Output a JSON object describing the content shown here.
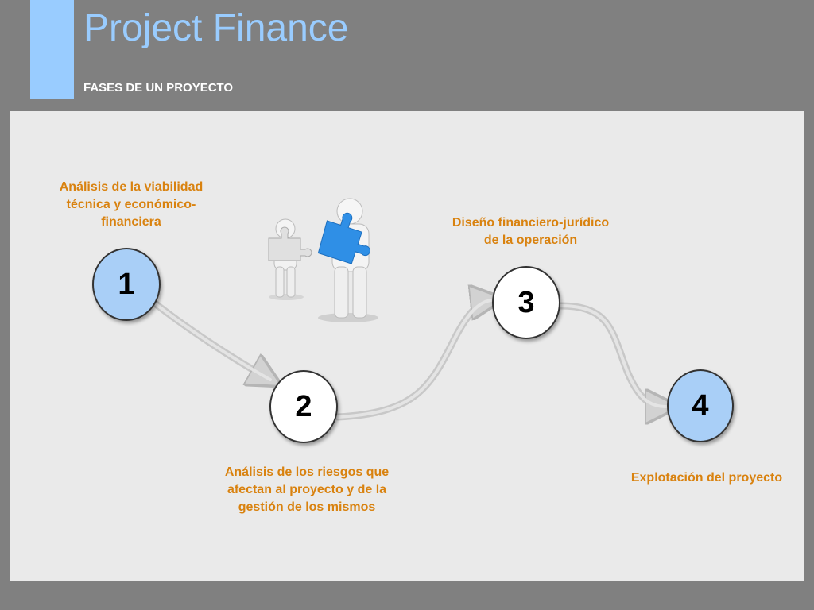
{
  "header": {
    "title": "Project Finance",
    "subtitle": "FASES DE UN PROYECTO"
  },
  "colors": {
    "background": "#808080",
    "accent": "#99ccff",
    "panel": "#eaeaea",
    "label": "#d9820f",
    "circle_blue": "#a9cff7",
    "circle_white": "#ffffff"
  },
  "steps": [
    {
      "number": "1",
      "label_lines": [
        "Análisis de la viabilidad",
        "técnica y económico-",
        "financiera"
      ],
      "fill": "blue"
    },
    {
      "number": "2",
      "label_lines": [
        "Análisis de los riesgos que",
        "afectan al proyecto y de la",
        "gestión de los mismos"
      ],
      "fill": "white"
    },
    {
      "number": "3",
      "label_lines": [
        "Diseño financiero-jurídico",
        "de la operación"
      ],
      "fill": "white"
    },
    {
      "number": "4",
      "label_lines": [
        "Explotación del proyecto"
      ],
      "fill": "blue"
    }
  ],
  "illustration": {
    "icon": "puzzle-people-icon"
  }
}
